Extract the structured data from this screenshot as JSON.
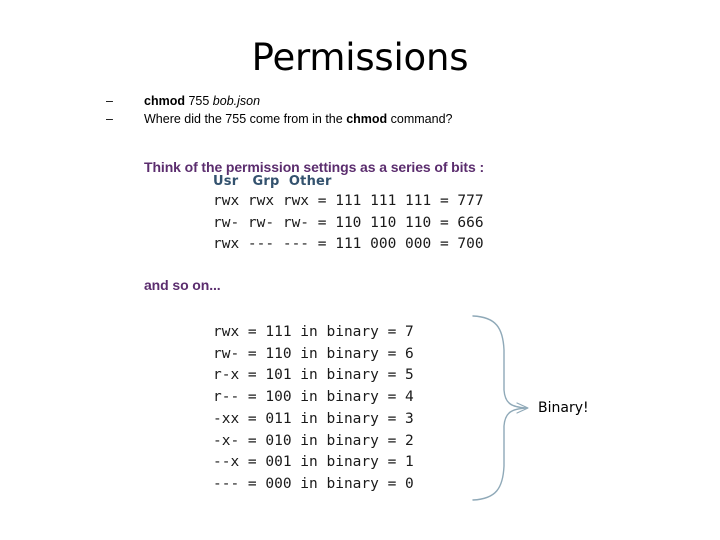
{
  "slide": {
    "title": "Permissions",
    "background_color": "#ffffff"
  },
  "colors": {
    "title": "#000000",
    "purple": "#5B2D6E",
    "header_blue": "#33526E",
    "mono_text": "#1a1a1a",
    "brace": "#8FA9B8"
  },
  "bullets": {
    "dash": "–",
    "items": [
      {
        "bold_prefix": "chmod",
        "plain_mid": " 755 ",
        "italic_suffix": "bob.json"
      },
      {
        "plain_start": "Where did the 755 come from in the ",
        "bold_mid": "chmod",
        "plain_end": " command?"
      }
    ]
  },
  "lead_in": {
    "think_line": "Think of the permission settings as a series of bits :",
    "and_so_on": "and so on..."
  },
  "permission_table": {
    "column_headers": "Usr   Grp  Other",
    "headers": [
      "Usr",
      "Grp",
      "Other"
    ],
    "rows": [
      {
        "usr": "rwx",
        "grp": "rwx",
        "other": "rwx",
        "usr_bits": "111",
        "grp_bits": "111",
        "other_bits": "111",
        "octal": "777",
        "text": "rwx rwx rwx = 111 111 111 = 777"
      },
      {
        "usr": "rw-",
        "grp": "rw-",
        "other": "rw-",
        "usr_bits": "110",
        "grp_bits": "110",
        "other_bits": "110",
        "octal": "666",
        "text": "rw- rw- rw- = 110 110 110 = 666"
      },
      {
        "usr": "rwx",
        "grp": "---",
        "other": "---",
        "usr_bits": "111",
        "grp_bits": "000",
        "other_bits": "000",
        "octal": "700",
        "text": "rwx --- --- = 111 000 000 = 700"
      }
    ],
    "block_text": "rwx rwx rwx = 111 111 111 = 777\nrw- rw- rw- = 110 110 110 = 666\nrwx --- --- = 111 000 000 = 700"
  },
  "binary_table": {
    "rows": [
      {
        "perm": "rwx",
        "bits": "111",
        "label": "in binary",
        "value": "7"
      },
      {
        "perm": "rw-",
        "bits": "110",
        "label": "in binary",
        "value": "6"
      },
      {
        "perm": "r-x",
        "bits": "101",
        "label": "in binary",
        "value": "5"
      },
      {
        "perm": "r--",
        "bits": "100",
        "label": "in binary",
        "value": "4"
      },
      {
        "perm": "-xx",
        "bits": "011",
        "label": "in binary",
        "value": "3"
      },
      {
        "perm": "-x-",
        "bits": "010",
        "label": "in binary",
        "value": "2"
      },
      {
        "perm": "--x",
        "bits": "001",
        "label": "in binary",
        "value": "1"
      },
      {
        "perm": "---",
        "bits": "000",
        "label": "in binary",
        "value": "0"
      }
    ],
    "block_text": "rwx = 111 in binary = 7\nrw- = 110 in binary = 6\nr-x = 101 in binary = 5\nr-- = 100 in binary = 4\n-xx = 011 in binary = 3\n-x- = 010 in binary = 2\n--x = 001 in binary = 1\n--- = 000 in binary = 0"
  },
  "callout": {
    "label": "Binary!"
  }
}
